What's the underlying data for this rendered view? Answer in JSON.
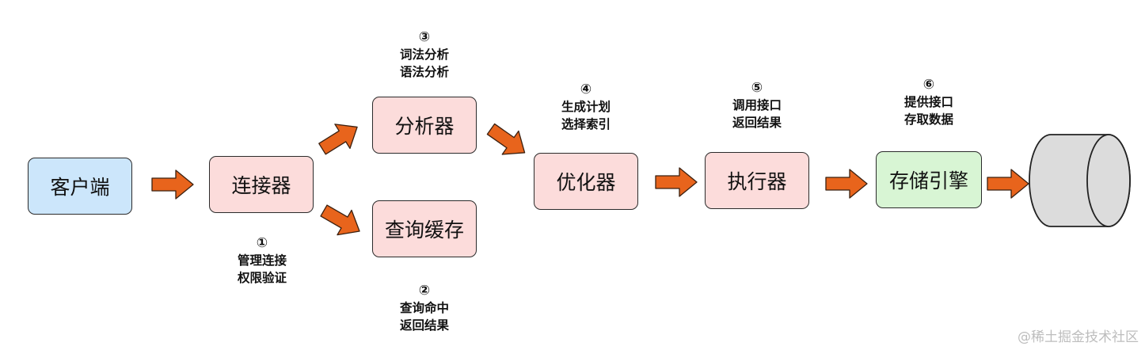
{
  "nodes": {
    "client": "客户端",
    "connector": "连接器",
    "analyzer": "分析器",
    "query_cache": "查询缓存",
    "optimizer": "优化器",
    "executor": "执行器",
    "storage_engine": "存储引擎"
  },
  "notes": {
    "connector": {
      "num": "①",
      "line1": "管理连接",
      "line2": "权限验证"
    },
    "cache": {
      "num": "②",
      "line1": "查询命中",
      "line2": "返回结果"
    },
    "analyzer": {
      "num": "③",
      "line1": "词法分析",
      "line2": "语法分析"
    },
    "optimizer": {
      "num": "④",
      "line1": "生成计划",
      "line2": "选择索引"
    },
    "executor": {
      "num": "⑤",
      "line1": "调用接口",
      "line2": "返回结果"
    },
    "storage": {
      "num": "⑥",
      "line1": "提供接口",
      "line2": "存取数据"
    }
  },
  "colors": {
    "client": "#cce6fb",
    "component": "#fcdcdb",
    "storage_engine": "#d8f5d4",
    "arrow": "#e8641c",
    "database": "#dcdcdc"
  },
  "watermark": "@稀土掘金技术社区"
}
